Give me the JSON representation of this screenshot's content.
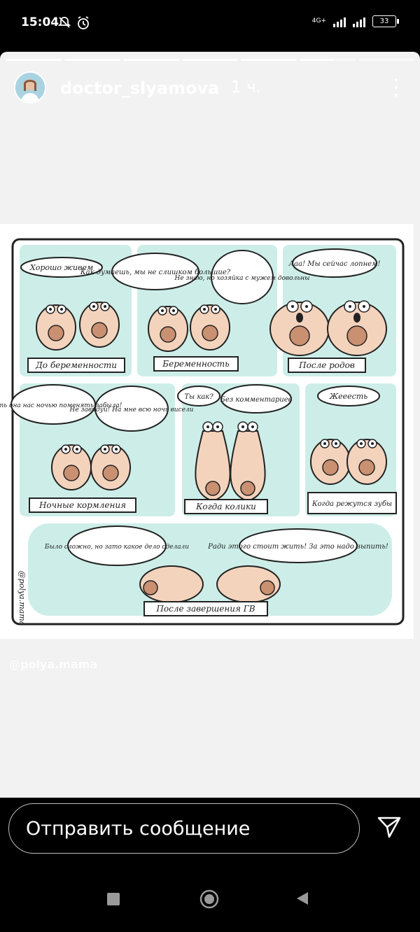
{
  "status_bar": {
    "time": "15:04",
    "network": "4G+",
    "battery": "33"
  },
  "story": {
    "username": "doctor_slyamova",
    "time_ago": "1 ч.",
    "progress_segments": 7,
    "active_segment": 6,
    "credit": "@polya.mama"
  },
  "comic": {
    "watermark": "@polya.mama",
    "panels": [
      {
        "caption": "До беременности",
        "bubbles": [
          "Хорошо живем"
        ]
      },
      {
        "caption": "Беременность",
        "bubbles": [
          "Как думаешь, мы не слишком большие?",
          "Не знаю, но хозяйка с мужем довольны"
        ]
      },
      {
        "caption": "После родов",
        "bubbles": [
          "Ааа! Мы сейчас лопнем!"
        ]
      },
      {
        "caption": "Ночные кормления",
        "bubbles": [
          "Опять она нас ночью поменять забыла!",
          "Не завидуй! На мне всю ночь висели"
        ]
      },
      {
        "caption": "Когда колики",
        "bubbles": [
          "Ты как?",
          "Без комментариев"
        ]
      },
      {
        "caption": "Когда режутся зубы",
        "bubbles": [
          "Жееесть"
        ]
      },
      {
        "caption": "После завершения ГВ",
        "bubbles": [
          "Было сложно, но зато какое дело сделали",
          "Ради этого стоит жить! За это надо выпить!"
        ]
      }
    ]
  },
  "composer": {
    "placeholder": "Отправить сообщение"
  },
  "colors": {
    "panel_bg": "#cdeee8",
    "skin": "#f4d3bd",
    "areola": "#c99071"
  }
}
